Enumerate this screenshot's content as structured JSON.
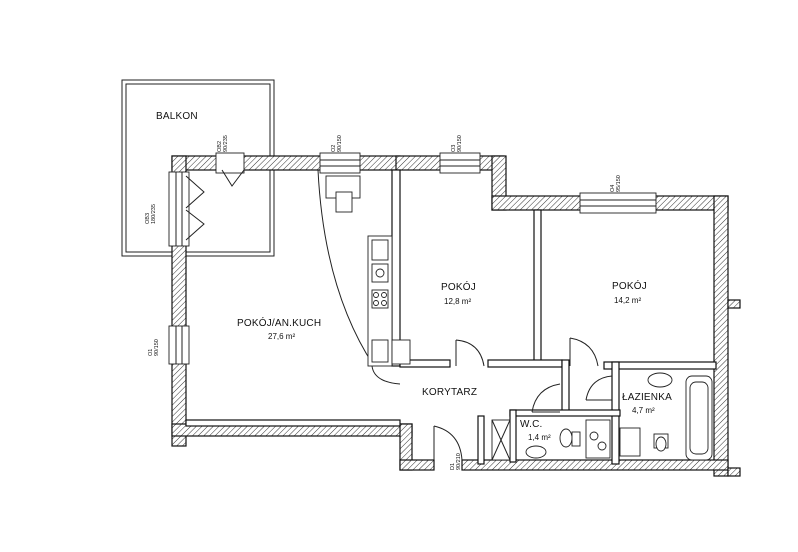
{
  "rooms": {
    "balkon": {
      "name": "BALKON"
    },
    "living": {
      "name": "POKÓJ/AN.KUCH",
      "area": "27,6 m²"
    },
    "room1": {
      "name": "POKÓJ",
      "area": "12,8 m²"
    },
    "room2": {
      "name": "POKÓJ",
      "area": "14,2 m²"
    },
    "corridor": {
      "name": "KORYTARZ"
    },
    "bathroom": {
      "name": "ŁAZIENKA",
      "area": "4,7 m²"
    },
    "wc": {
      "name": "W.C.",
      "area": "1,4 m²"
    }
  },
  "windows": {
    "ob2": {
      "code": "OB2",
      "size": "90/235"
    },
    "o2": {
      "code": "O2",
      "size": "90/150"
    },
    "o3": {
      "code": "O3",
      "size": "90/150"
    },
    "o4": {
      "code": "O4",
      "size": "95/150"
    },
    "ob3": {
      "code": "OB3",
      "size": "180/235"
    },
    "o1": {
      "code": "O1",
      "size": "90/150"
    },
    "d1": {
      "code": "D1",
      "size": "90/210"
    }
  }
}
